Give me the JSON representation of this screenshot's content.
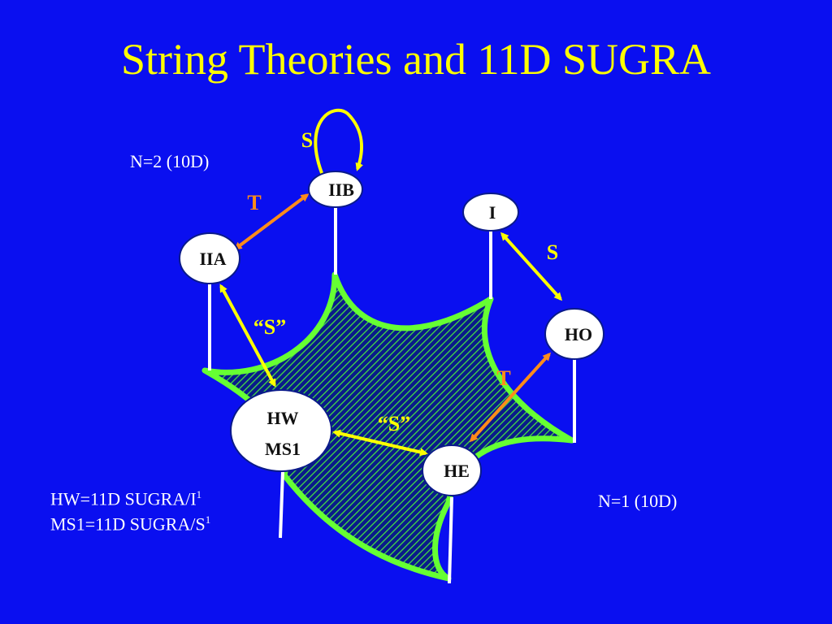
{
  "title": "String Theories and 11D SUGRA",
  "colors": {
    "background": "#0a0ff0",
    "title": "#ffff00",
    "s_arrow": "#ffff00",
    "t_arrow": "#ff8c1a",
    "s_quote_arrow": "#ffff00",
    "region_edge": "#66ff33",
    "region_hatch": "#44dd44"
  },
  "labels": {
    "n2": "N=2 (10D)",
    "n1": "N=1 (10D)",
    "def_hw_text": "HW=11D SUGRA/I",
    "def_hw_sup": "1",
    "def_ms1_text": "MS1=11D SUGRA/S",
    "def_ms1_sup": "1"
  },
  "nodes": {
    "iib": "IIB",
    "iia": "IIA",
    "i": "I",
    "ho": "HO",
    "he": "HE",
    "hw_line1": "HW",
    "hw_line2": "MS1"
  },
  "arrows": {
    "s_self_iib": "S",
    "t_iia_iib": "T",
    "s_i_ho": "S",
    "s_quote_iia_hw": "“S”",
    "t_ho_he": "T",
    "s_quote_hw_he": "“S”"
  }
}
